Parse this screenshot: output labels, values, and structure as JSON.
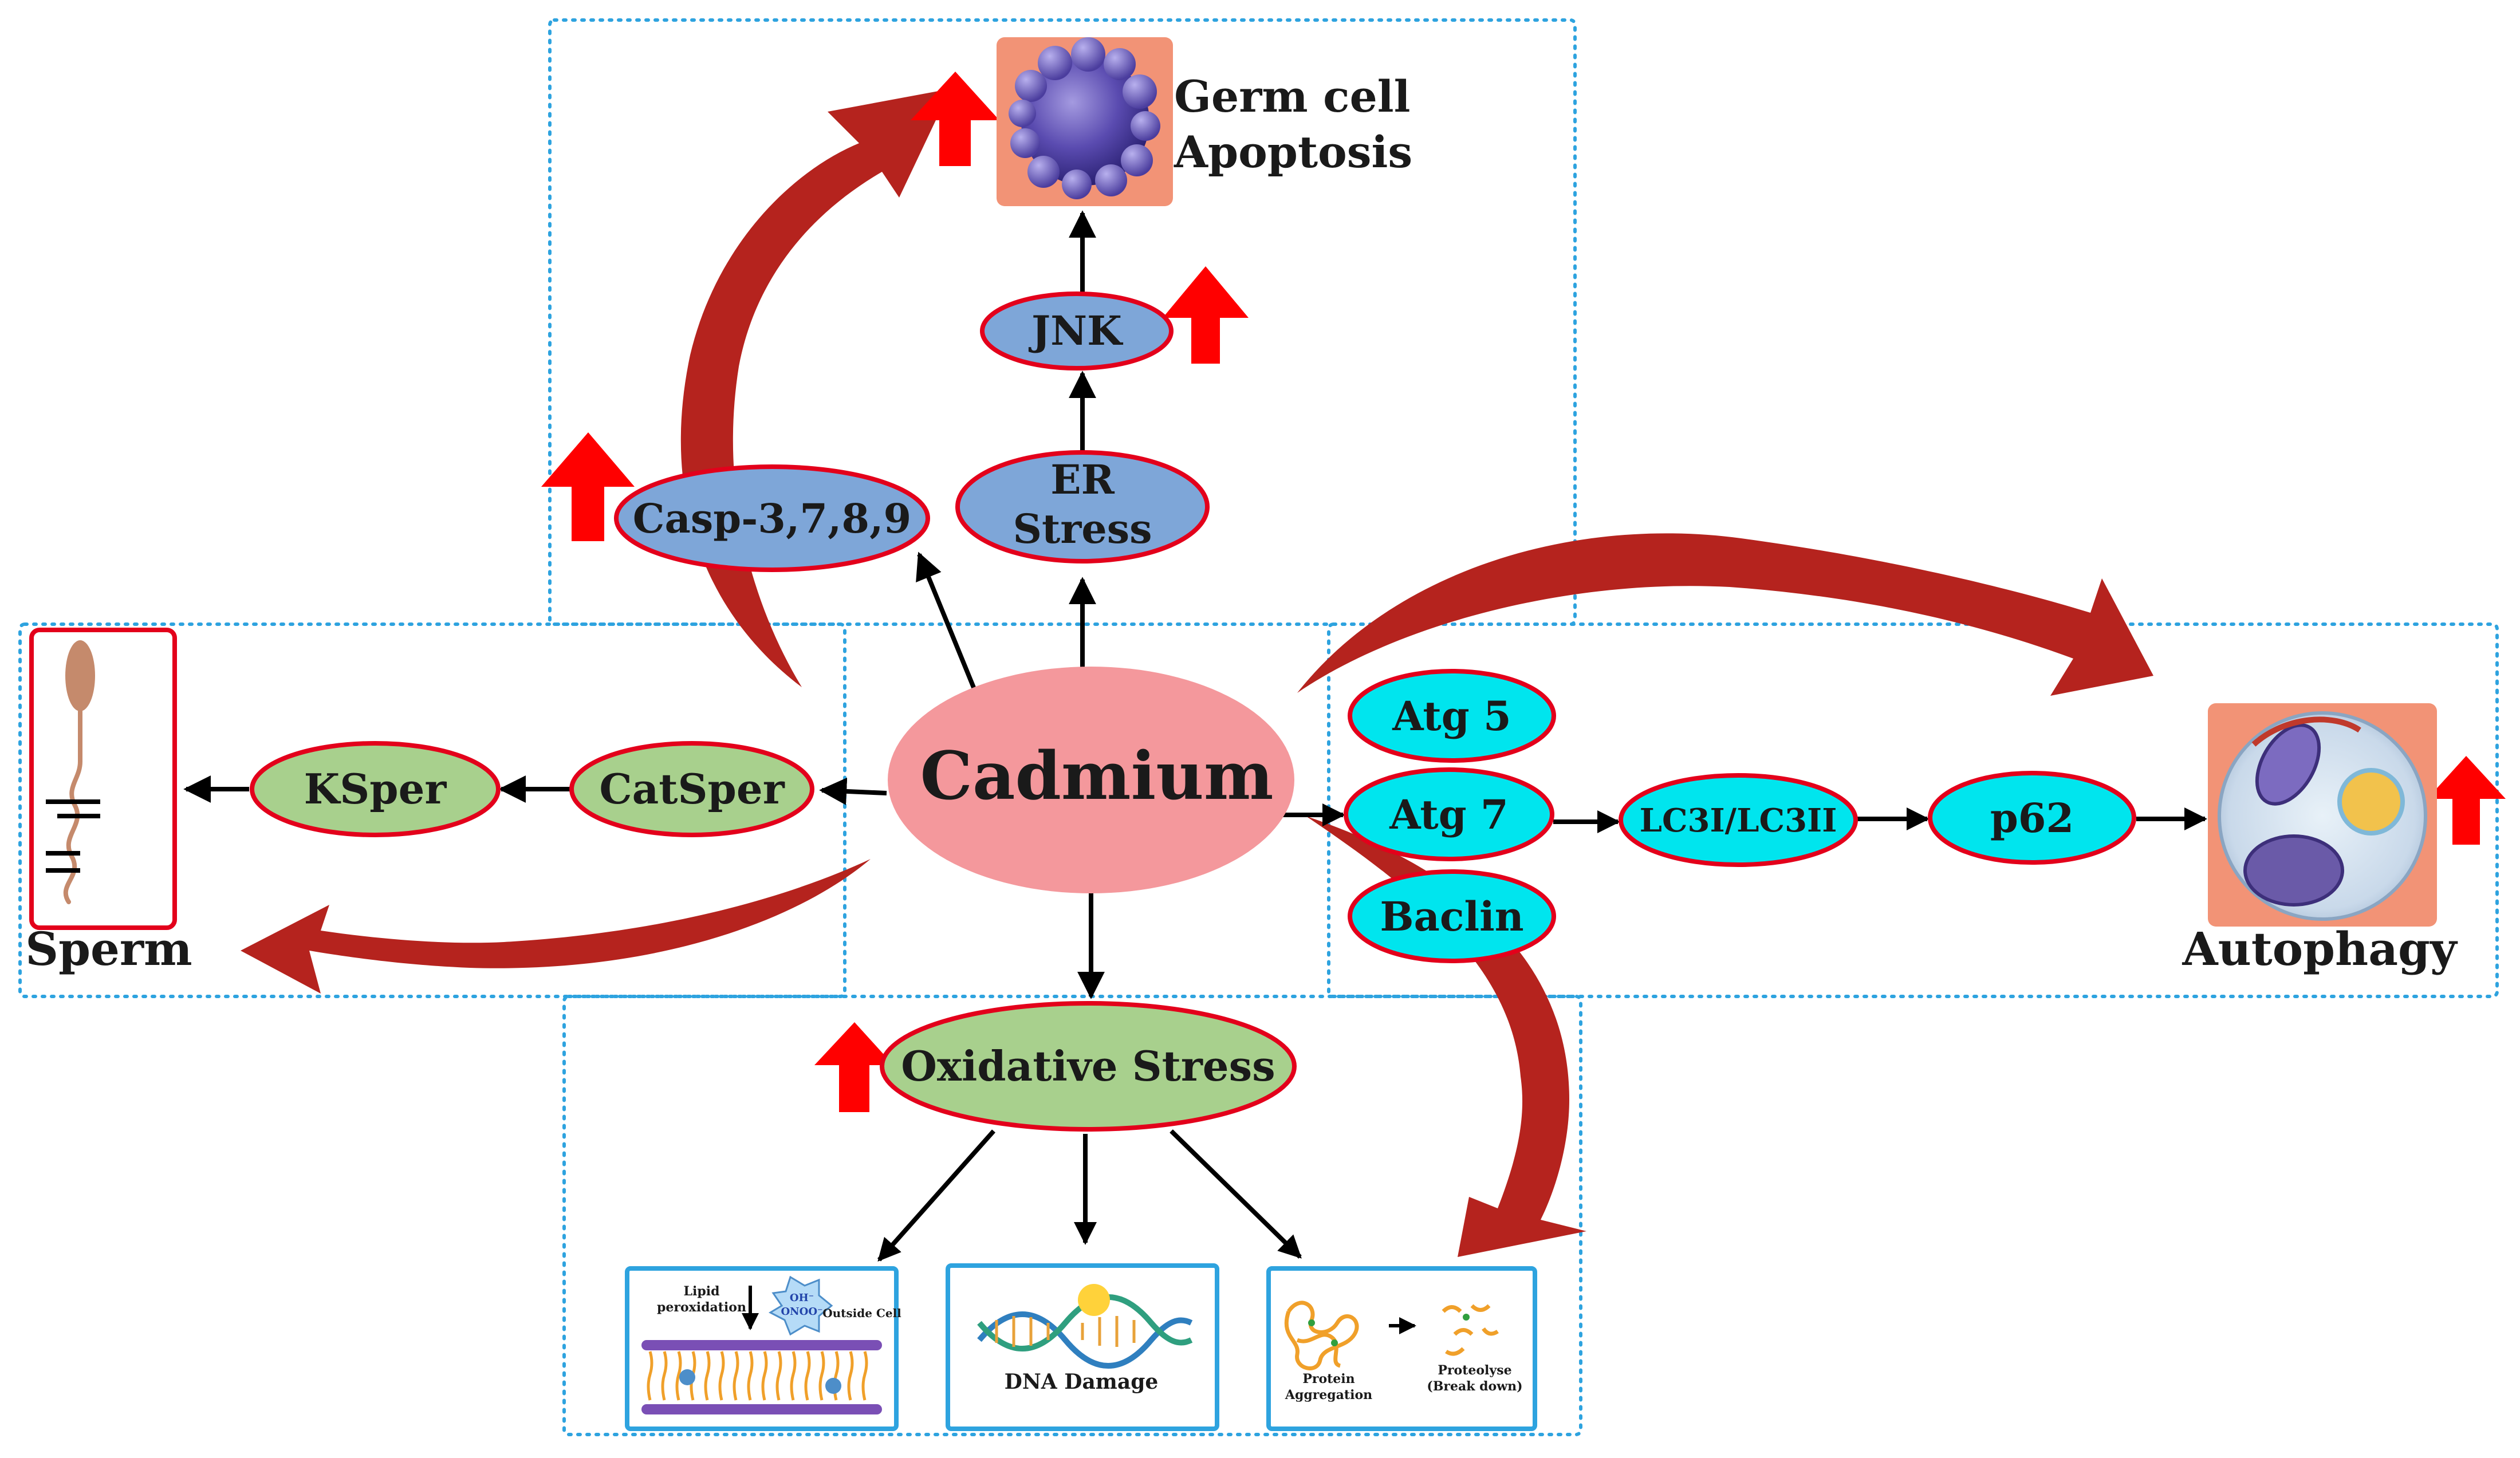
{
  "center": {
    "label": "Cadmium"
  },
  "apoptosis": {
    "title_line1": "Germ cell",
    "title_line2": "Apoptosis",
    "jnk": "JNK",
    "er_line1": "ER",
    "er_line2": "Stress",
    "casp": "Casp-3,7,8,9"
  },
  "sperm": {
    "title": "Sperm",
    "ksper": "KSper",
    "catsper": "CatSper"
  },
  "autophagy": {
    "title": "Autophagy",
    "atg5": "Atg 5",
    "atg7": "Atg 7",
    "baclin": "Baclin",
    "lc3": "LC3I/LC3II",
    "p62": "p62"
  },
  "oxidative": {
    "label": "Oxidative Stress",
    "lipid": {
      "line1": "Lipid",
      "line2": "peroxidation",
      "outside": "Outside Cell",
      "badge_line1": "OH⁻",
      "badge_line2": "ONOO⁻"
    },
    "dna": {
      "label": "DNA Damage"
    },
    "protein": {
      "left_line1": "Protein",
      "left_line2": "Aggregation",
      "right_line1": "Proteolyse",
      "right_line2": "(Break down)"
    }
  },
  "colors": {
    "big_arrow": "#b5231e",
    "small_up_arrow": "#ff0000",
    "node_blue": "#7ea6d8",
    "node_green": "#a8d08d",
    "node_cyan": "#00e5ee",
    "node_border": "#e3001b",
    "center_pink": "#f4989c",
    "box_border": "#2ea3df"
  }
}
